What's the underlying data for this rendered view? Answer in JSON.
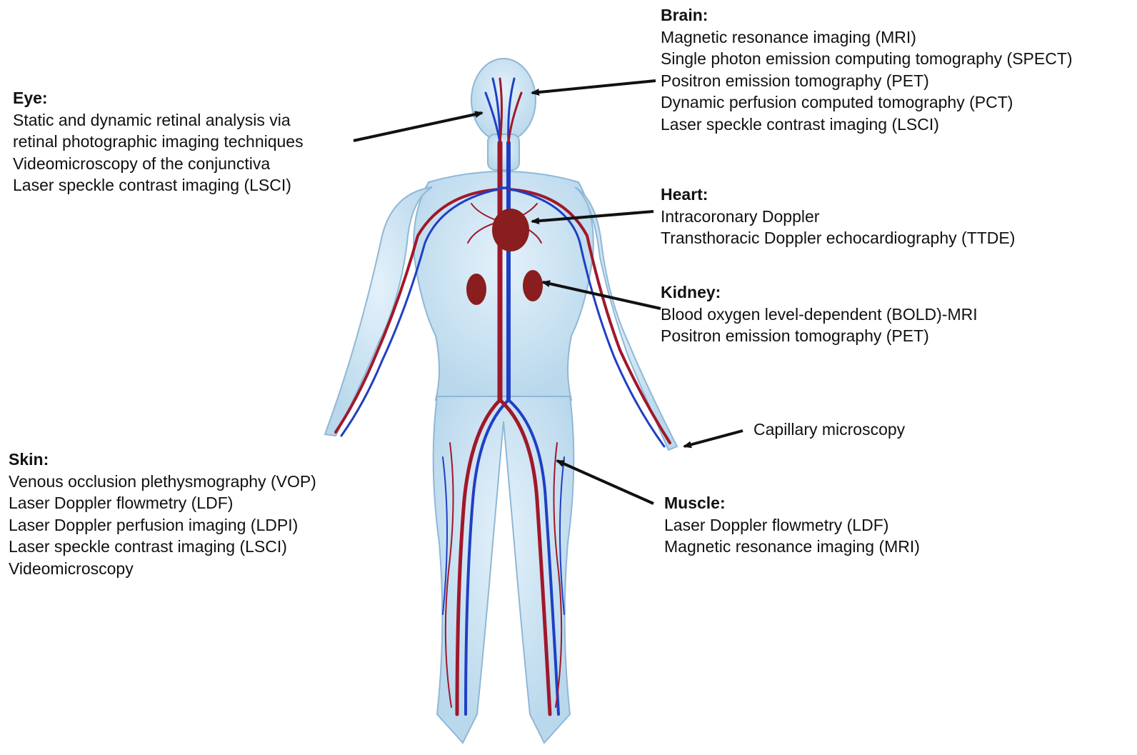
{
  "labels": {
    "brain": {
      "heading": "Brain:",
      "items": [
        "Magnetic resonance imaging (MRI)",
        "Single photon emission computing tomography (SPECT)",
        "Positron emission tomography (PET)",
        "Dynamic perfusion computed tomography (PCT)",
        "Laser speckle contrast imaging (LSCI)"
      ]
    },
    "eye": {
      "heading": "Eye:",
      "items": [
        "Static and dynamic retinal analysis via",
        "retinal photographic imaging techniques",
        "Videomicroscopy of the conjunctiva",
        "Laser speckle contrast imaging (LSCI)"
      ]
    },
    "heart": {
      "heading": "Heart:",
      "items": [
        "Intracoronary  Doppler",
        "Transthoracic Doppler echocardiography (TTDE)"
      ]
    },
    "kidney": {
      "heading": "Kidney:",
      "items": [
        "Blood oxygen  level-dependent (BOLD)-MRI",
        "Positron emission tomography (PET)"
      ]
    },
    "capillary": {
      "text": "Capillary microscopy"
    },
    "skin": {
      "heading": "Skin:",
      "items": [
        "Venous occlusion plethysmography (VOP)",
        "Laser Doppler flowmetry (LDF)",
        "Laser Doppler perfusion imaging (LDPI)",
        "Laser speckle contrast imaging (LSCI)",
        "Videomicroscopy"
      ]
    },
    "muscle": {
      "heading": "Muscle:",
      "items": [
        "Laser Doppler flowmetry (LDF)",
        "Magnetic resonance imaging (MRI)"
      ]
    }
  },
  "colors": {
    "body_fill": "#cfe6f4",
    "body_outline": "#8fb8d6",
    "artery": "#a0182a",
    "vein": "#1f3fc4",
    "organ": "#8a1d1d",
    "arrow": "#111111"
  }
}
